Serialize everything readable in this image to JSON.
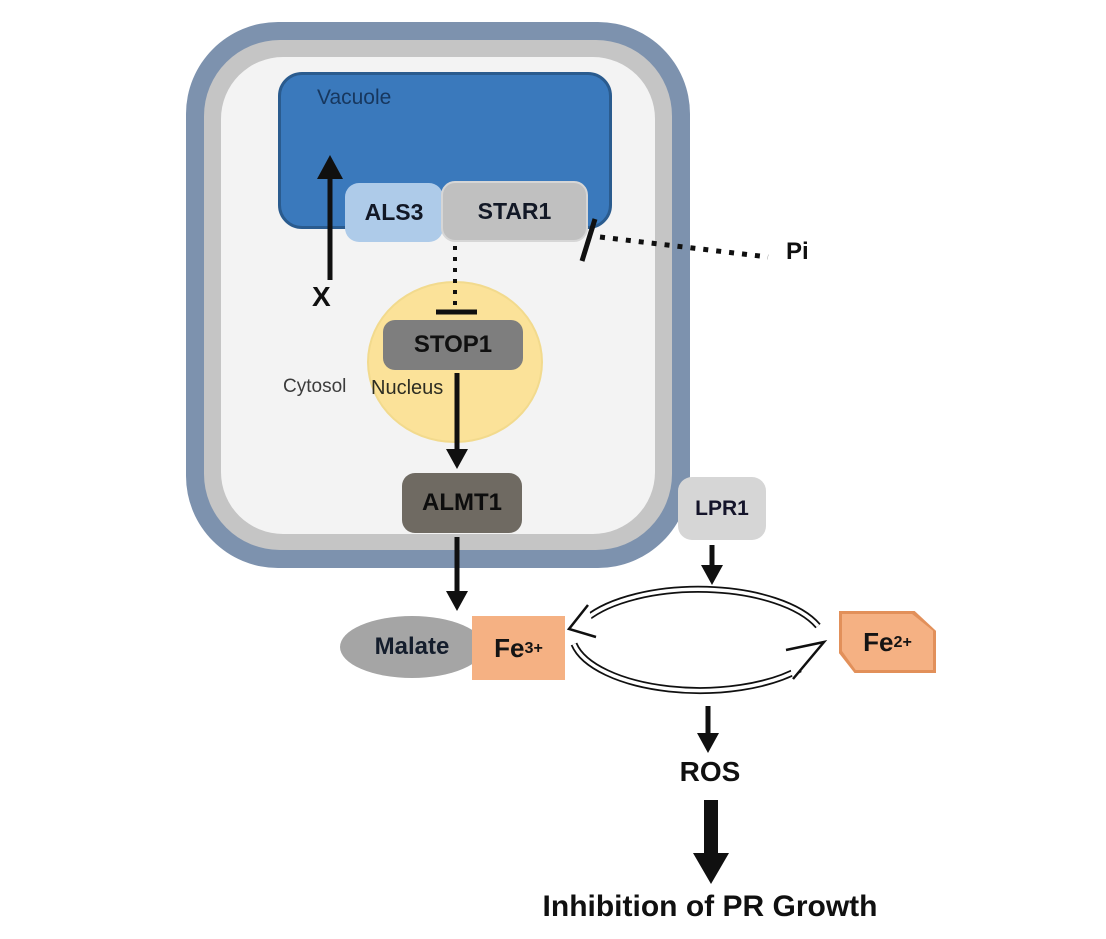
{
  "diagram": {
    "title_implicit": "Pi-deficiency signaling pathway inhibiting primary root growth",
    "cell": {
      "vacuole_label": "Vacuole",
      "cytosol_label": "Cytosol",
      "nucleus_label": "Nucleus"
    },
    "proteins": {
      "als3": "ALS3",
      "star1": "STAR1",
      "stop1": "STOP1",
      "almt1": "ALMT1",
      "lpr1": "LPR1"
    },
    "molecules": {
      "x": "X",
      "pi": "Pi",
      "malate": "Malate",
      "fe3_base": "Fe",
      "fe3_sup": "3+",
      "fe2_base": "Fe",
      "fe2_sup": "2+",
      "ros": "ROS"
    },
    "outcome": "Inhibition of PR Growth",
    "relations": [
      "Pi -| STAR1 (dotted, blocked)",
      "STAR1/ALS3 -| STOP1 (dotted inhibition)",
      "X -> Vacuole (uptake arrow)",
      "STOP1 -> ALMT1",
      "ALMT1 -> Malate",
      "LPR1 -> Fe cycle",
      "Fe3+ <-> Fe2+ redox cycle",
      "cycle -> ROS",
      "ROS => Inhibition of PR Growth (thick arrow)"
    ],
    "colors": {
      "cell_border": "#7d92ae",
      "membrane_gray": "#c5c5c5",
      "cytosol_fill": "#f3f3f3",
      "vacuole_fill": "#3a79bc",
      "vacuole_border": "#2a5b8e",
      "vacuole_text": "#17375e",
      "als3_fill": "#aecbe9",
      "star1_fill": "#c0c0c0",
      "stop1_fill": "#7e7e7e",
      "almt1_fill": "#6f6a62",
      "nucleus_fill": "#fbe299",
      "lpr1_fill": "#d6d6d6",
      "malate_fill": "#a5a5a5",
      "iron_fill": "#f5b183",
      "iron_border": "#e2905a",
      "arrow_color": "#101010"
    }
  }
}
